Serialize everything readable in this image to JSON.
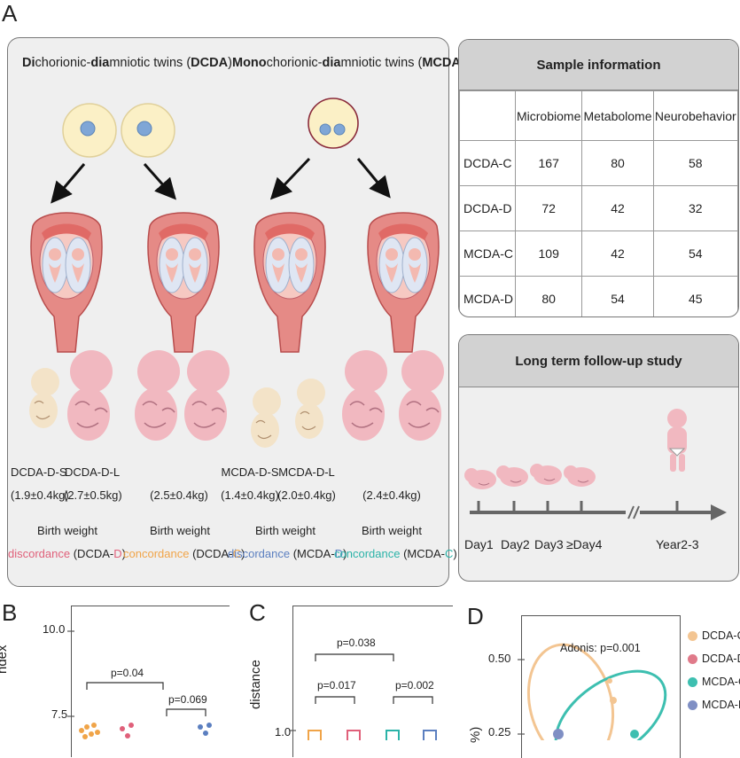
{
  "panels": {
    "A": "A",
    "B": "B",
    "C": "C",
    "D": "D"
  },
  "dcda_title": {
    "p1": "Di",
    "p2": "chorionic-",
    "p3": "dia",
    "p4": "mniotic twins (",
    "p5": "DCDA",
    "p6": ")"
  },
  "mcda_title": {
    "p1": "Mono",
    "p2": "chorionic-",
    "p3": "dia",
    "p4": "mniotic twins (",
    "p5": "MCDA",
    "p6": ")"
  },
  "infant_labels": [
    {
      "name": "DCDA-D-S",
      "weight": "(1.9±0.4kg)"
    },
    {
      "name": "DCDA-D-L",
      "weight": "(2.7±0.5kg)"
    },
    {
      "name": "",
      "weight": "(2.5±0.4kg)"
    },
    {
      "name": "MCDA-D-S",
      "weight": "(1.4±0.4kg)"
    },
    {
      "name": "MCDA-D-L",
      "weight": "(2.0±0.4kg)"
    },
    {
      "name": "",
      "weight": "(2.4±0.4kg)"
    }
  ],
  "groups": [
    {
      "bw": "Birth weight",
      "word": "discordance",
      "pre": " (DCDA-",
      "suffix": "D",
      "post": ")",
      "color": "#e0607a"
    },
    {
      "bw": "Birth weight",
      "word": "concordance",
      "pre": " (DCDA-",
      "suffix": "C",
      "post": ")",
      "color": "#f0a448"
    },
    {
      "bw": "Birth weight",
      "word": "discordance",
      "pre": " (MCDA-",
      "suffix": "D",
      "post": ")",
      "color": "#5b7fc0"
    },
    {
      "bw": "Birth weight",
      "word": "concordance",
      "pre": " (MCDA-",
      "suffix": "C",
      "post": ")",
      "color": "#2bb3a8"
    }
  ],
  "sample_info": {
    "title": "Sample information",
    "columns": [
      "Microbiome",
      "Metabolome",
      "Neurobehavior"
    ],
    "rows": [
      {
        "label": "DCDA-C",
        "values": [
          "167",
          "80",
          "58"
        ]
      },
      {
        "label": "DCDA-D",
        "values": [
          "72",
          "42",
          "32"
        ]
      },
      {
        "label": "MCDA-C",
        "values": [
          "109",
          "42",
          "54"
        ]
      },
      {
        "label": "MCDA-D",
        "values": [
          "80",
          "54",
          "45"
        ]
      }
    ]
  },
  "follow_up": {
    "title": "Long term follow-up study",
    "timepoints": [
      "Day1",
      "Day2",
      "Day3",
      "≥Day4",
      "Year2-3"
    ]
  },
  "panel_b": {
    "ylabel": "ndex",
    "ticks": [
      "10.0",
      "7.5"
    ],
    "p1": "p=0.04",
    "p2": "p=0.069"
  },
  "panel_c": {
    "ylabel": "distance",
    "ticks": [
      "1.0"
    ],
    "p1": "p=0.038",
    "p2": "p=0.017",
    "p3": "p=0.002"
  },
  "panel_d": {
    "annotation": "Adonis: p=0.001",
    "ylabel": "%)",
    "ticks": [
      "0.50",
      "0.25"
    ],
    "legend": [
      {
        "label": "DCDA-C",
        "color": "#f3c592"
      },
      {
        "label": "DCDA-D",
        "color": "#e07a8a"
      },
      {
        "label": "MCDA-C",
        "color": "#3dbfb0"
      },
      {
        "label": "MCDA-D",
        "color": "#7f8fc4"
      }
    ]
  }
}
